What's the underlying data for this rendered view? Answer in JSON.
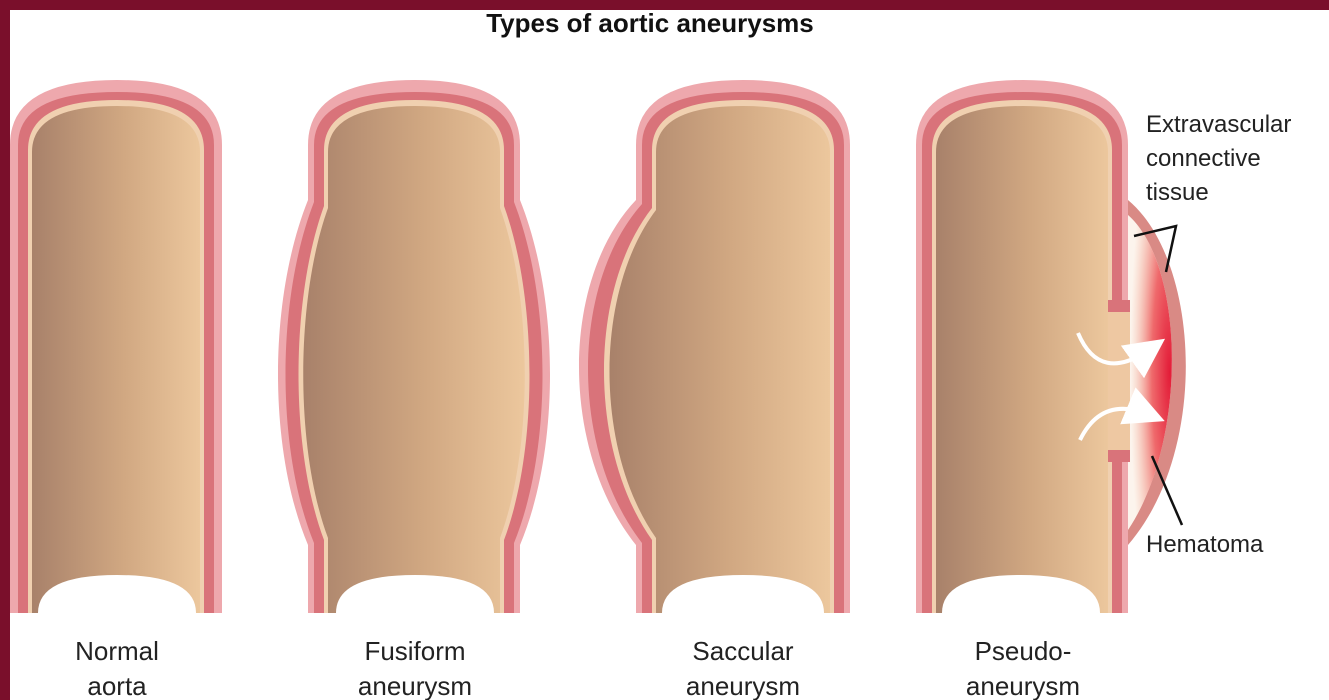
{
  "title": "Types of aortic aneurysms",
  "panels": [
    {
      "line1": "Normal",
      "line2": "aorta"
    },
    {
      "line1": "Fusiform",
      "line2": "aneurysm"
    },
    {
      "line1": "Saccular",
      "line2": "aneurysm"
    },
    {
      "line1": "Pseudo-",
      "line2": "aneurysm"
    }
  ],
  "annotations": {
    "extravascular_line1": "Extravascular",
    "extravascular_line2": "connective",
    "extravascular_line3": "tissue",
    "hematoma": "Hematoma"
  },
  "colors": {
    "background_frame": "#7a0f2b",
    "vessel_wall": "#d9737a",
    "vessel_wall_light": "#eea8ad",
    "lumen_dark": "#b08870",
    "lumen_light": "#eac49a",
    "hematoma": "#e0203a"
  }
}
